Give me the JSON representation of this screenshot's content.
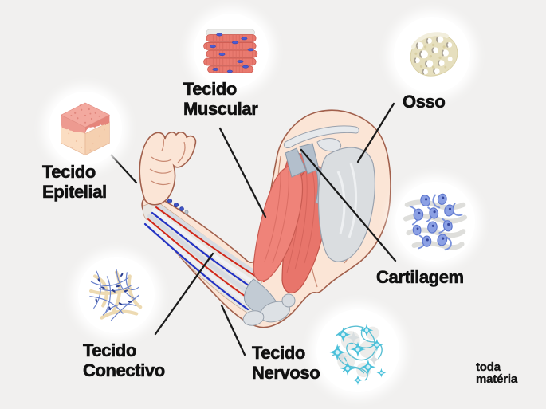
{
  "labels": {
    "muscular": "Tecido\nMuscular",
    "osso": "Osso",
    "epitelial": "Tecido\nEpitelial",
    "cartilagem": "Cartilagem",
    "conectivo": "Tecido\nConectivo",
    "nervoso": "Tecido\nNervoso"
  },
  "logo": {
    "line1": "toda",
    "line2": "matéria"
  },
  "icons": {
    "epitelial": "epithelial-tissue-icon",
    "muscular": "muscle-tissue-icon",
    "osso": "bone-tissue-icon",
    "cartilagem": "cartilage-tissue-icon",
    "conectivo": "connective-tissue-icon",
    "nervoso": "nervous-tissue-icon"
  },
  "colors": {
    "background": "#F1F0EF",
    "label_text": "#111111",
    "connector_line": "#1A1A1A",
    "skin": "#FBE5D6",
    "skin_outline": "#A2604C",
    "muscle_red": "#ED7A70",
    "tendon_gray_blue": "#B3BFCC",
    "bone_gray": "#DADDE0",
    "bone_tissue_beige": "#E6DFBE",
    "cartilage_cell_blue": "#8BA0E4",
    "nerve_cyan": "#49C0DA",
    "connective_fiber_blue": "#6A82CC",
    "connective_band_beige": "#EDDAB2",
    "vessel_red": "#D12619",
    "vessel_blue": "#2333C4"
  }
}
